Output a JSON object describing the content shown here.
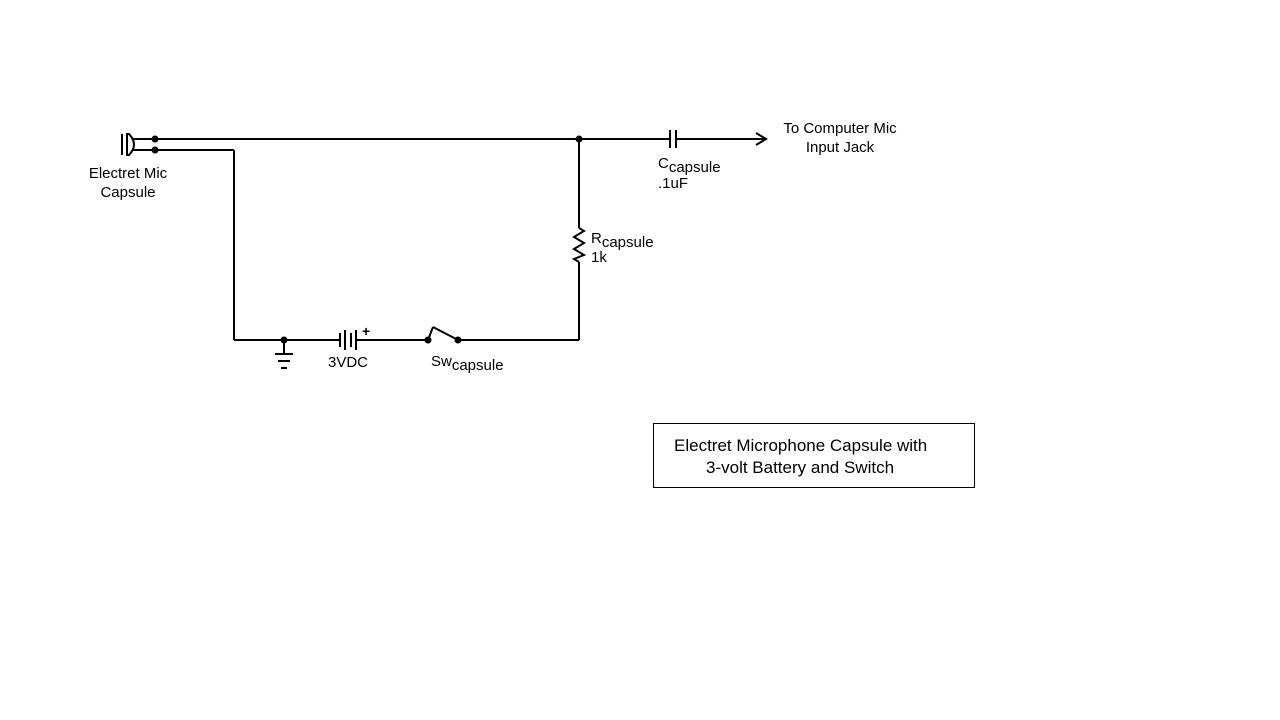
{
  "colors": {
    "wire": "#000000",
    "background": "#ffffff"
  },
  "labels": {
    "mic_line1": "Electret Mic",
    "mic_line2": "Capsule",
    "output_line1": "To Computer Mic",
    "output_line2": "Input Jack",
    "cap_name": "C",
    "cap_sub": "capsule",
    "cap_value": ".1uF",
    "res_name": "R",
    "res_sub": "capsule",
    "res_value": "1k",
    "battery": "3VDC",
    "battery_polarity": "+",
    "switch_name": "Sw",
    "switch_sub": "capsule"
  },
  "title": {
    "line1": "Electret Microphone Capsule with",
    "line2": "3-volt Battery and Switch"
  }
}
